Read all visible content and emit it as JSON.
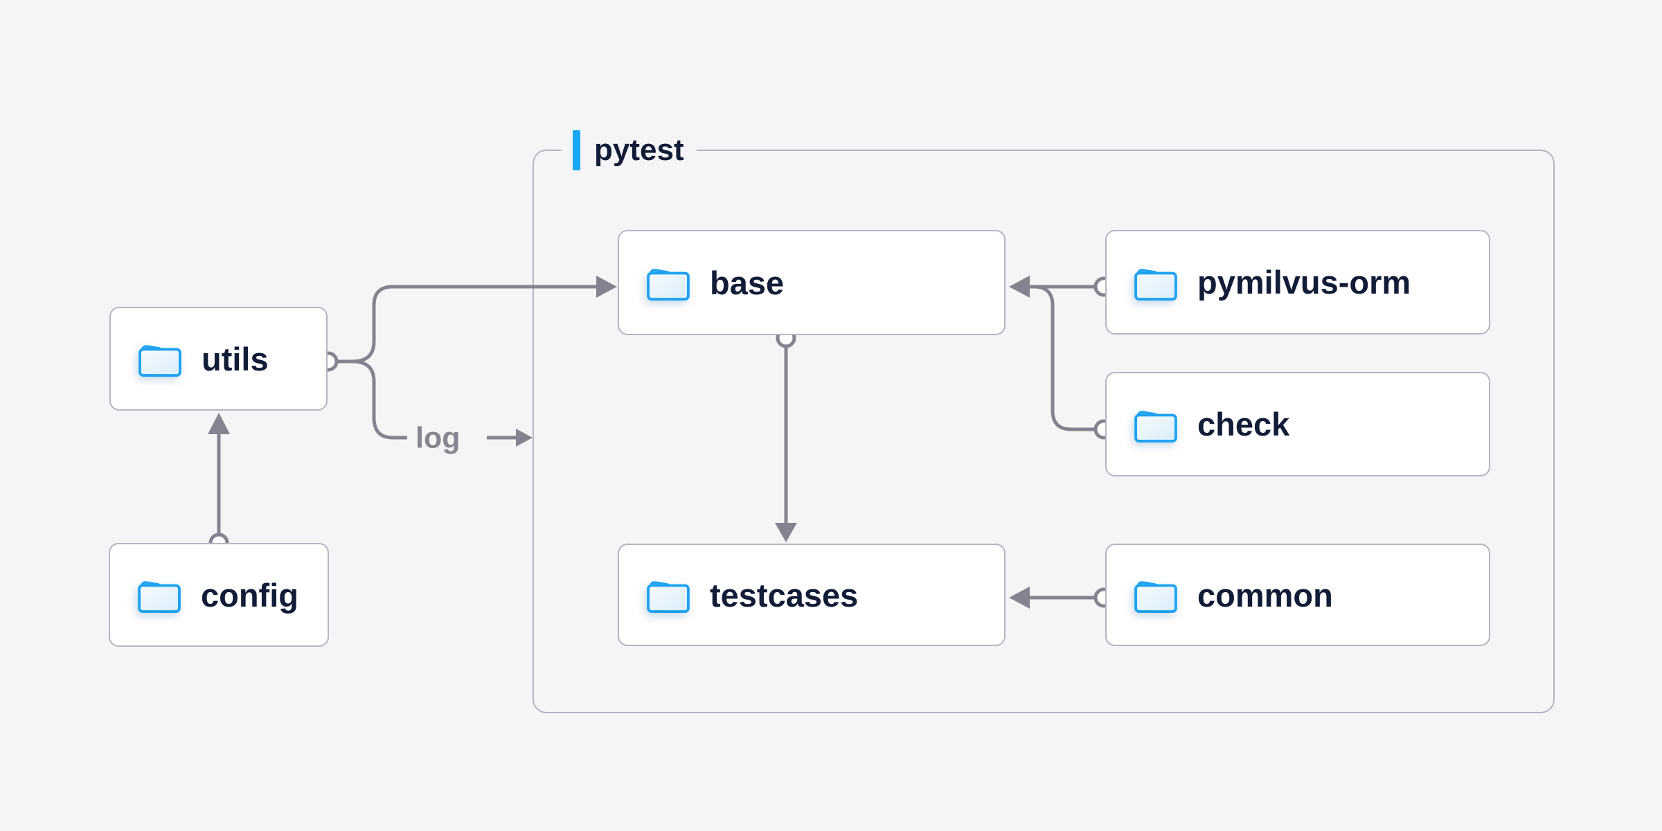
{
  "page": {
    "background": "#f5f5f7"
  },
  "diagram": {
    "colors": {
      "bg": "#f5f5f7",
      "box_bg": "#ffffff",
      "box_border": "#b4b5c1",
      "line": "#83848f",
      "text": "#111c36",
      "muted_text": "#85868f",
      "accent": "#18a7f0",
      "folder_outline": "#1da2ef",
      "folder_tab": "#45b2f1",
      "folder_fill": "#d9edfb"
    },
    "container": {
      "label": "pytest"
    },
    "log_label": "log",
    "nodes": {
      "utils": {
        "label": "utils"
      },
      "config": {
        "label": "config"
      },
      "base": {
        "label": "base"
      },
      "testcases": {
        "label": "testcases"
      },
      "pymilvus_orm": {
        "label": "pymilvus-orm"
      },
      "check": {
        "label": "check"
      },
      "common": {
        "label": "common"
      }
    },
    "edges": [
      {
        "from": "config",
        "to": "utils"
      },
      {
        "from": "utils",
        "to": "base"
      },
      {
        "from": "utils",
        "to": "log"
      },
      {
        "from": "base",
        "to": "testcases"
      },
      {
        "from": "pymilvus-orm",
        "to": "base"
      },
      {
        "from": "check",
        "to": "base"
      },
      {
        "from": "common",
        "to": "testcases"
      }
    ]
  }
}
